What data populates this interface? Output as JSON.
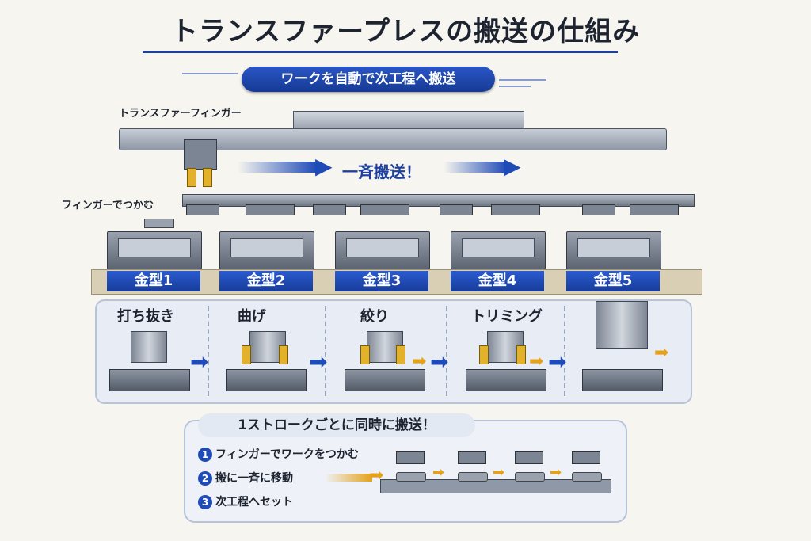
{
  "title": "トランスファープレスの搬送の仕組み",
  "subtitle": "ワークを自動で次工程へ搬送",
  "labels": {
    "finger": "トランスファーフィンガー",
    "grab": "フィンガーでつかむ",
    "simultaneous": "一斉搬送！"
  },
  "dies": [
    "金型1",
    "金型2",
    "金型3",
    "金型4",
    "金型5"
  ],
  "processes": [
    "打ち抜き",
    "曲げ",
    "絞り",
    "トリミング"
  ],
  "info": {
    "title": "1ストロークごとに同時に搬送！",
    "steps": [
      {
        "num": "1",
        "text": "フィンガーでワークをつかむ"
      },
      {
        "num": "2",
        "text": "搬に一斉に移動"
      },
      {
        "num": "3",
        "text": "次工程へセット"
      }
    ]
  },
  "colors": {
    "accent": "#1f4bb7",
    "finger": "#e3b22b",
    "steel": "#8e97a5"
  },
  "icons": {
    "arrow": "blue-right-arrow-icon",
    "yellow_arrow": "yellow-right-arrow-icon"
  }
}
